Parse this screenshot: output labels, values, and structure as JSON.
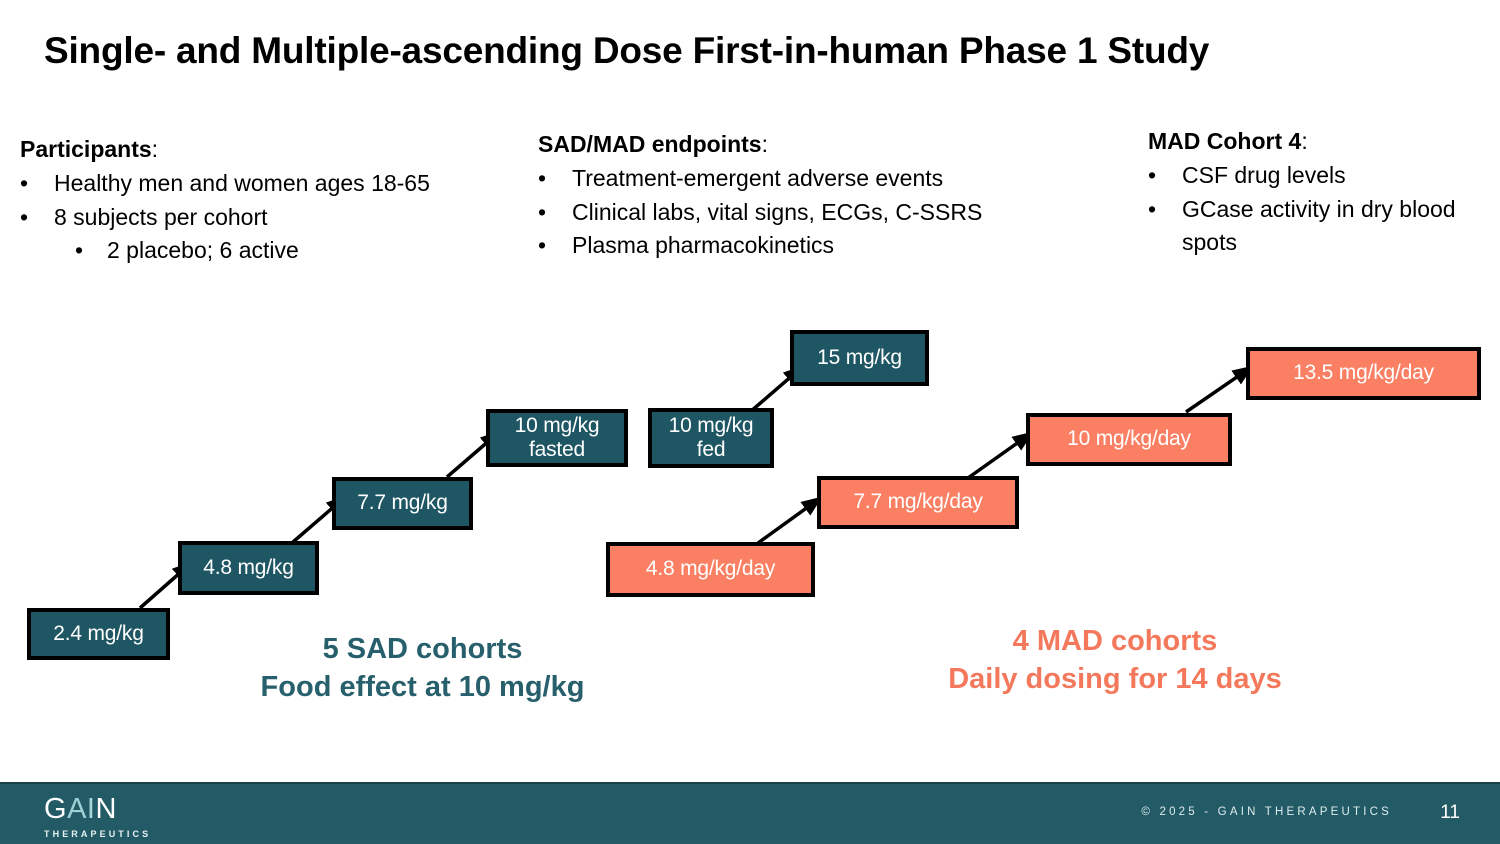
{
  "title": "Single- and Multiple-ascending Dose First-in-human Phase 1 Study",
  "columns": {
    "participants": {
      "heading": "Participants",
      "heading_colon": ":",
      "bullets": [
        {
          "marker": "•",
          "text": "Healthy men and women ages 18-65",
          "level": 1
        },
        {
          "marker": "•",
          "text": "8 subjects per cohort",
          "level": 1
        },
        {
          "marker": "•",
          "text": "2 placebo; 6 active",
          "level": 2
        }
      ]
    },
    "endpoints": {
      "heading": "SAD/MAD endpoints",
      "heading_colon": ":",
      "bullets": [
        {
          "marker": "•",
          "text": "Treatment-emergent adverse events",
          "level": 1
        },
        {
          "marker": "•",
          "text": "Clinical labs, vital signs, ECGs, C-SSRS",
          "level": 1
        },
        {
          "marker": "•",
          "text": "Plasma pharmacokinetics",
          "level": 1
        }
      ]
    },
    "mad_cohort4": {
      "heading": "MAD Cohort 4",
      "heading_colon": ":",
      "bullets": [
        {
          "marker": "•",
          "text": "CSF drug levels",
          "level": 1
        },
        {
          "marker": "•",
          "text": "GCase activity in dry blood spots",
          "level": 1
        }
      ]
    }
  },
  "chart_data": {
    "type": "diagram",
    "title": "Dose escalation staircase",
    "groups": [
      {
        "name": "SAD",
        "color": "#1f5663",
        "caption_line1": "5 SAD cohorts",
        "caption_line2": "Food effect at 10 mg/kg",
        "caption_color": "#27606c",
        "steps": [
          {
            "label": "2.4 mg/kg",
            "dose": 2.4,
            "unit": "mg/kg"
          },
          {
            "label": "4.8 mg/kg",
            "dose": 4.8,
            "unit": "mg/kg"
          },
          {
            "label": "7.7 mg/kg",
            "dose": 7.7,
            "unit": "mg/kg"
          },
          {
            "label": "10 mg/kg fasted",
            "line1": "10 mg/kg",
            "line2": "fasted",
            "dose": 10,
            "unit": "mg/kg"
          },
          {
            "label": "10 mg/kg fed",
            "line1": "10 mg/kg",
            "line2": "fed",
            "dose": 10,
            "unit": "mg/kg"
          },
          {
            "label": "15 mg/kg",
            "dose": 15,
            "unit": "mg/kg"
          }
        ]
      },
      {
        "name": "MAD",
        "color": "#fa7f63",
        "caption_line1": "4 MAD cohorts",
        "caption_line2": "Daily dosing for 14 days",
        "caption_color": "#f4795c",
        "steps": [
          {
            "label": "4.8 mg/kg/day",
            "dose": 4.8,
            "unit": "mg/kg/day"
          },
          {
            "label": "7.7 mg/kg/day",
            "dose": 7.7,
            "unit": "mg/kg/day"
          },
          {
            "label": "10 mg/kg/day",
            "dose": 10,
            "unit": "mg/kg/day"
          },
          {
            "label": "13.5 mg/kg/day",
            "dose": 13.5,
            "unit": "mg/kg/day"
          }
        ]
      }
    ]
  },
  "footer": {
    "logo_g": "G",
    "logo_a": "A",
    "logo_i": "I",
    "logo_n": "N",
    "logo_sub": "THERAPEUTICS",
    "copyright": "© 2025 - GAIN THERAPEUTICS",
    "page_number": "11"
  }
}
